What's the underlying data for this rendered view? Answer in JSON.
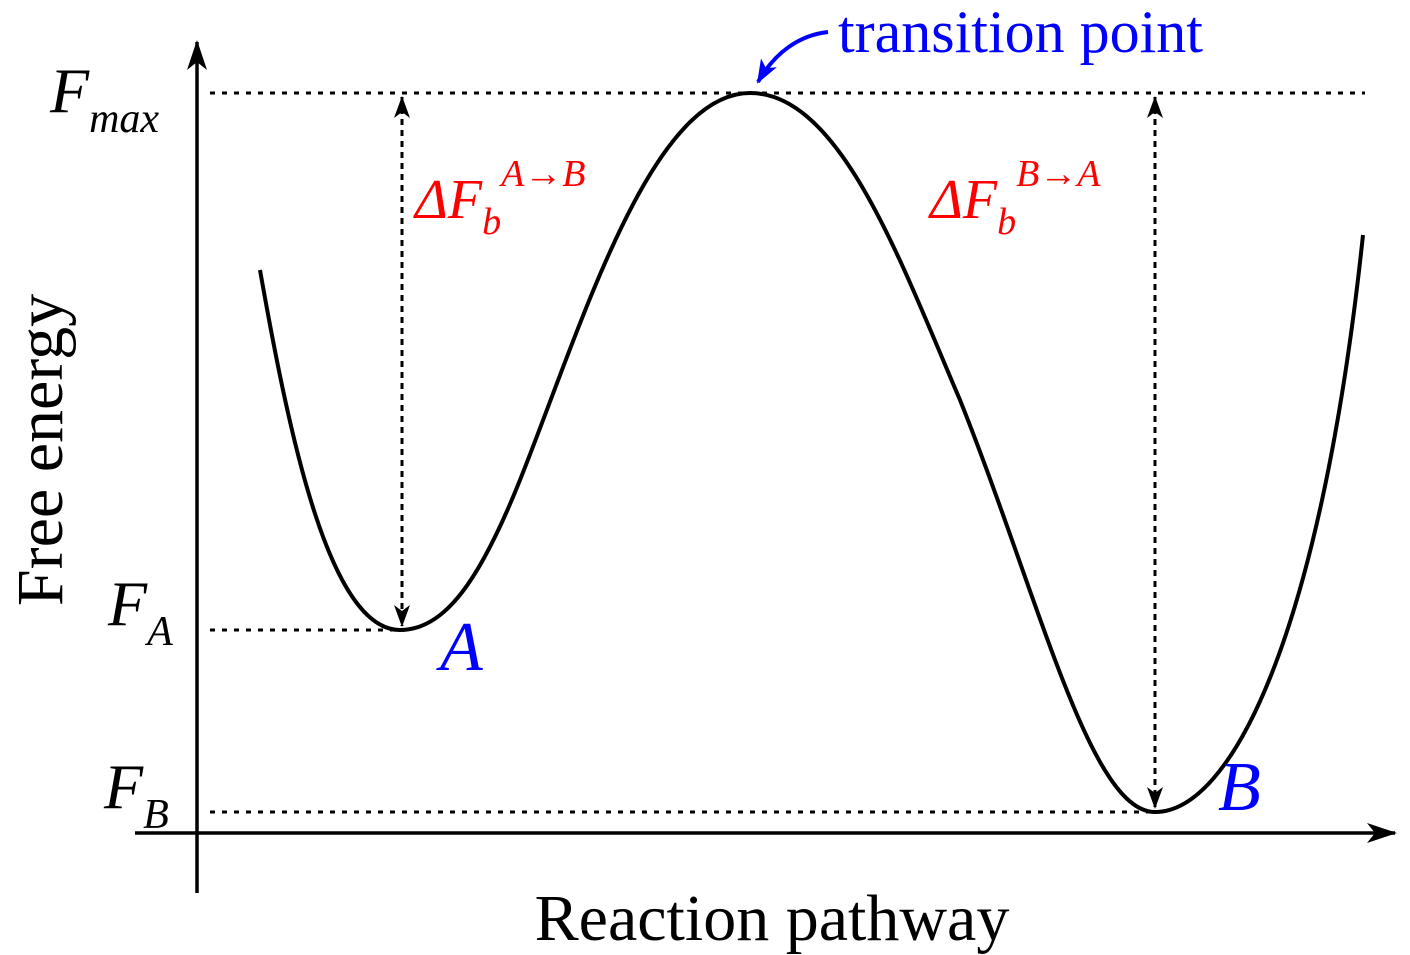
{
  "axes": {
    "y_label": "Free energy",
    "x_label": "Reaction pathway"
  },
  "levels": {
    "f_max": {
      "main": "F",
      "sub": "max"
    },
    "f_a": {
      "main": "F",
      "sub": "A"
    },
    "f_b": {
      "main": "F",
      "sub": "B"
    }
  },
  "states": {
    "a": "A",
    "b": "B"
  },
  "annotations": {
    "transition": "transition point",
    "barrier_ab": {
      "delta": "ΔF",
      "sub": "b",
      "sup": "A→B"
    },
    "barrier_ba": {
      "delta": "ΔF",
      "sub": "b",
      "sup": "B→A"
    }
  },
  "colors": {
    "curve": "#000000",
    "barrier_label": "#ff0000",
    "state_label": "#0000ff",
    "transition_label": "#0000ff"
  }
}
